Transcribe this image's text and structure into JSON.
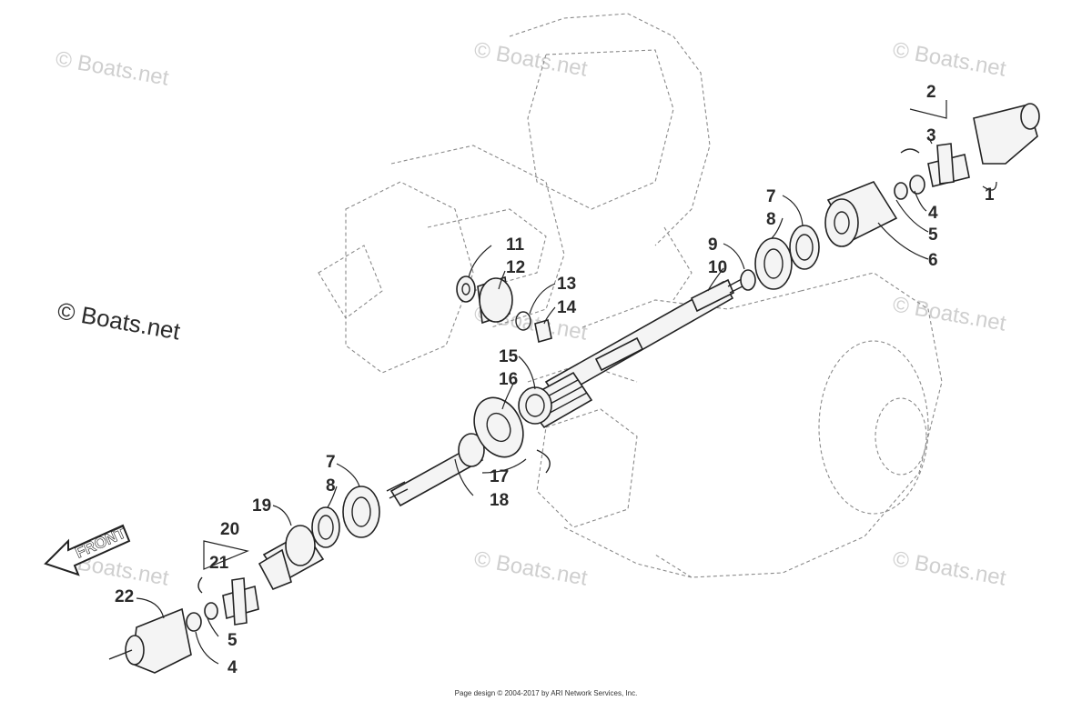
{
  "diagram": {
    "callouts": [
      "1",
      "2",
      "3",
      "4",
      "5",
      "6",
      "7",
      "8",
      "9",
      "10",
      "11",
      "12",
      "13",
      "14",
      "15",
      "16",
      "17",
      "18",
      "19",
      "20",
      "21",
      "22"
    ],
    "callouts_lower": [
      "7",
      "8",
      "4",
      "5"
    ],
    "watermark": "© Boats.net",
    "front_label": "FRONT"
  },
  "footer": {
    "text": "Page design © 2004-2017 by ARI Network Services, Inc."
  }
}
